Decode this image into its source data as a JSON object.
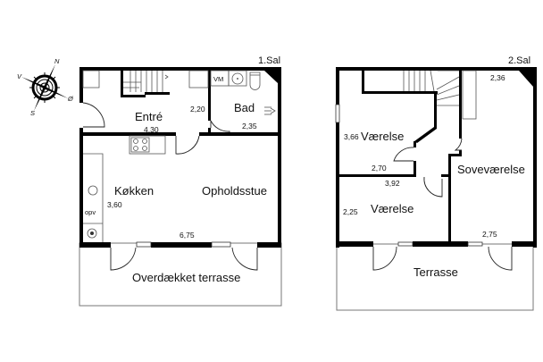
{
  "plan": {
    "compass": {
      "labels": {
        "n": "N",
        "s": "S",
        "v": "V",
        "o": "Ø"
      }
    },
    "floor1": {
      "title": "1.Sal",
      "rooms": {
        "entre": "Entré",
        "bad": "Bad",
        "kokken": "Køkken",
        "opholdsstue": "Opholdsstue",
        "terrasse": "Overdækket terrasse"
      },
      "fixtures": {
        "vm": "VM",
        "opv": "opv"
      },
      "dimensions": {
        "entre_width": "4,30",
        "entre_depth": "2,20",
        "bad_width": "2,35",
        "kitchen_depth": "3,60",
        "living_width": "6,75"
      }
    },
    "floor2": {
      "title": "2.Sal",
      "rooms": {
        "vaerelse1": "Værelse",
        "vaerelse2": "Værelse",
        "sovevaerelse": "Soveværelse",
        "terrasse": "Terrasse"
      },
      "dimensions": {
        "sove_depth": "2,36",
        "vaer1_depth": "3,66",
        "vaer1_width": "2,70",
        "vaer2_width": "3,92",
        "vaer2_depth": "2,25",
        "sove_width": "2,75"
      }
    }
  }
}
